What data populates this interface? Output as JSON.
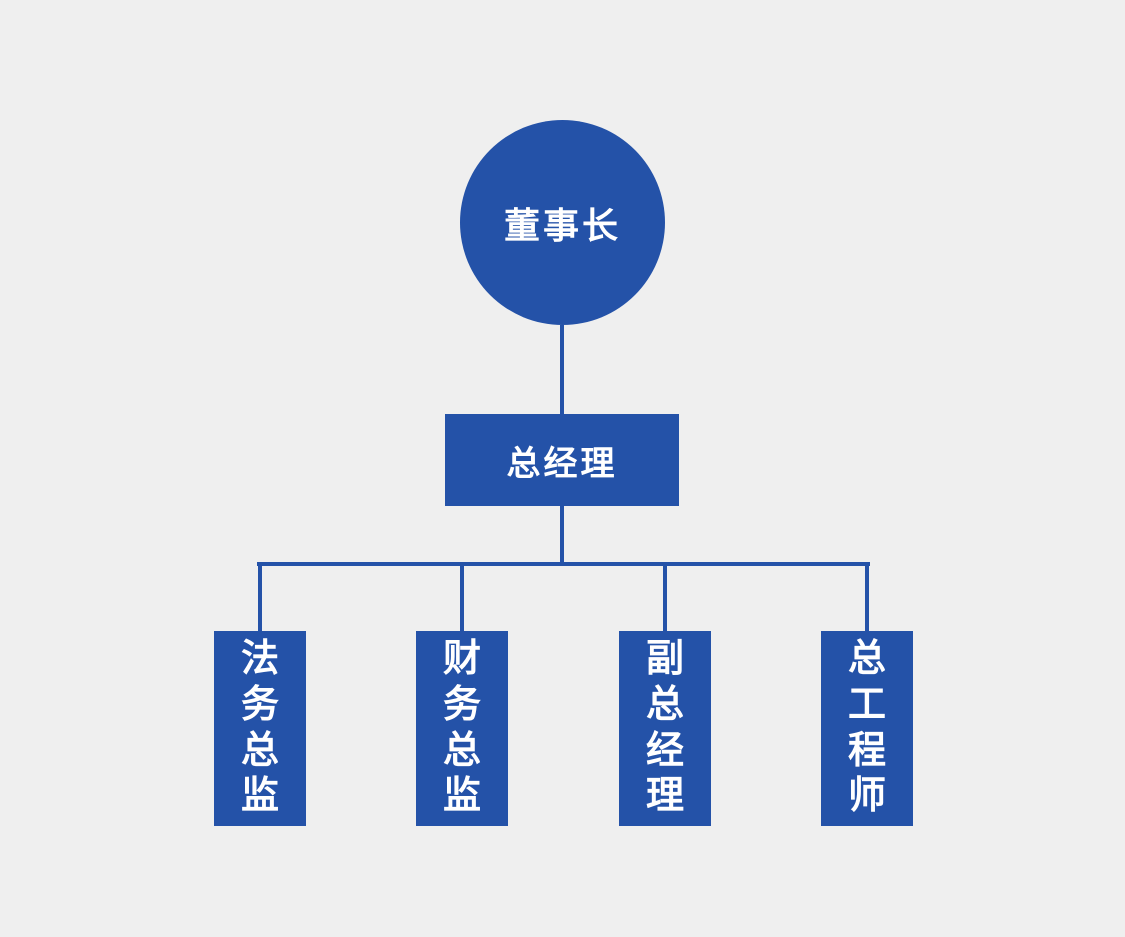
{
  "colors": {
    "node_fill": "#2452A8",
    "connector": "#2452A8",
    "background": "#EFEFEF",
    "text": "#FFFFFF"
  },
  "org_chart": {
    "type": "org-tree",
    "root": {
      "label": "董事长",
      "shape": "circle"
    },
    "level2": {
      "label": "总经理",
      "shape": "rectangle"
    },
    "level3": [
      {
        "label": "法务总监",
        "shape": "vertical-rectangle"
      },
      {
        "label": "财务总监",
        "shape": "vertical-rectangle"
      },
      {
        "label": "副总经理",
        "shape": "vertical-rectangle"
      },
      {
        "label": "总工程师",
        "shape": "vertical-rectangle"
      }
    ]
  }
}
